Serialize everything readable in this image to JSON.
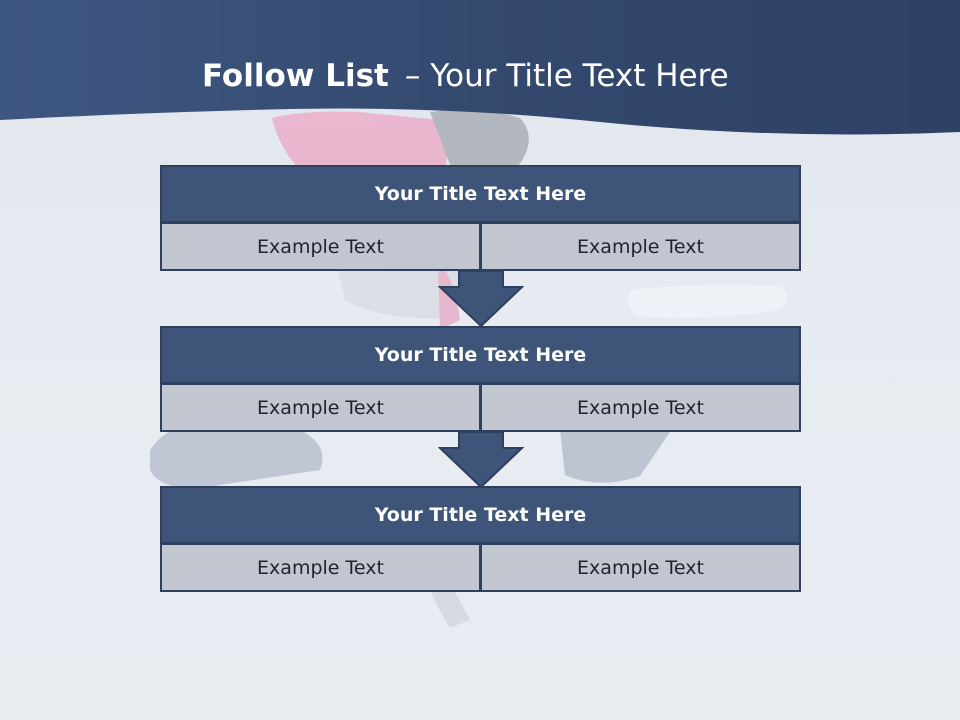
{
  "slide": {
    "title_bold": "Follow List",
    "title_dash": "–",
    "title_rest": "Your Title Text Here"
  },
  "colors": {
    "header": "#2f4468",
    "box_title": "#3f5479",
    "box_cell": "#c1c6d0",
    "border": "#2f3f5e"
  },
  "steps": [
    {
      "title": "Your Title Text Here",
      "left": "Example Text",
      "right": "Example Text"
    },
    {
      "title": "Your Title Text Here",
      "left": "Example Text",
      "right": "Example Text"
    },
    {
      "title": "Your Title Text Here",
      "left": "Example Text",
      "right": "Example Text"
    }
  ]
}
